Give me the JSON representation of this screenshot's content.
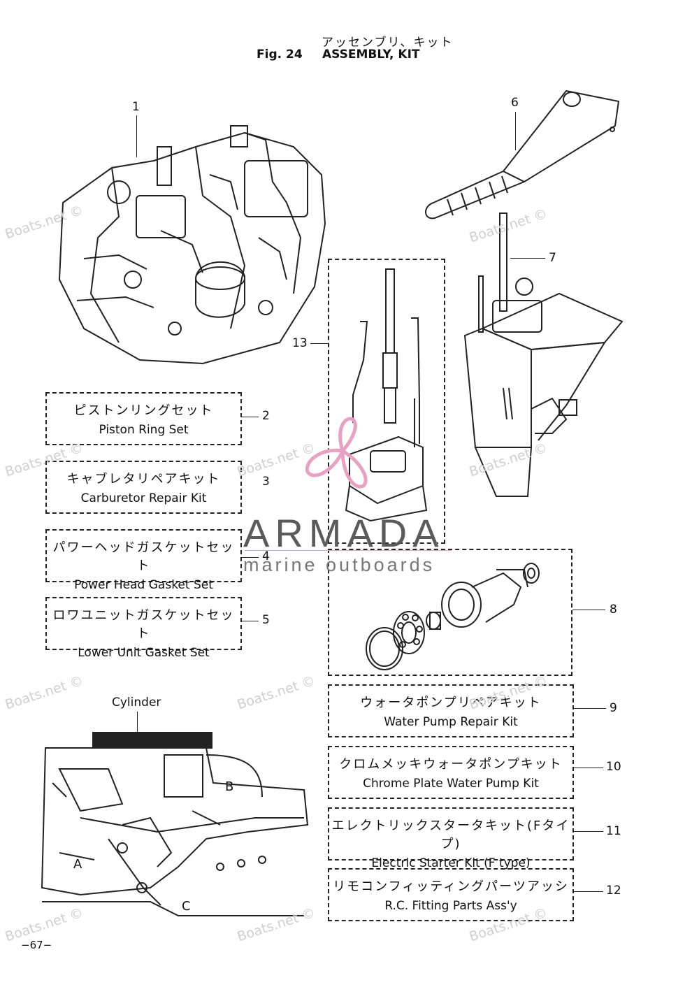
{
  "header": {
    "fig_no": "Fig. 24",
    "title_jp": "アッセンブリ、キット",
    "title_en": "ASSEMBLY, KIT"
  },
  "callouts": {
    "c1": "1",
    "c2": "2",
    "c3": "3",
    "c4": "4",
    "c5": "5",
    "c6": "6",
    "c7": "7",
    "c8": "8",
    "c9": "9",
    "c10": "10",
    "c11": "11",
    "c12": "12",
    "c13": "13"
  },
  "kits": {
    "piston_ring": {
      "jp": "ピストンリングセット",
      "en": "Piston Ring Set"
    },
    "carburetor": {
      "jp": "キャブレタリペアキット",
      "en": "Carburetor Repair Kit"
    },
    "power_head": {
      "jp": "パワーヘッドガスケットセット",
      "en": "Power Head Gasket Set"
    },
    "lower_unit": {
      "jp": "ロワユニットガスケットセット",
      "en": "Lower Unit Gasket Set"
    },
    "water_pump": {
      "jp": "ウォータポンプリペアキット",
      "en": "Water Pump Repair Kit"
    },
    "chrome_plate": {
      "jp": "クロムメッキウォータポンプキット",
      "en": "Chrome Plate Water Pump Kit"
    },
    "electric_starter": {
      "jp": "エレクトリックスタータキット(Fタイプ)",
      "en": "Electric Starter Kit (F type)"
    },
    "rc_fitting": {
      "jp": "リモコンフィッティングパーツアッシ",
      "en": "R.C. Fitting Parts Ass'y"
    }
  },
  "cylinder": {
    "label": "Cylinder",
    "letter_a": "A",
    "letter_b": "B",
    "letter_c": "C"
  },
  "watermark": {
    "text": "Boats.net ©",
    "brand": "ARMADA",
    "brand_sub": "marine outboards",
    "brand_color": "#e8a0c4"
  },
  "footer": {
    "page": "−67−"
  }
}
